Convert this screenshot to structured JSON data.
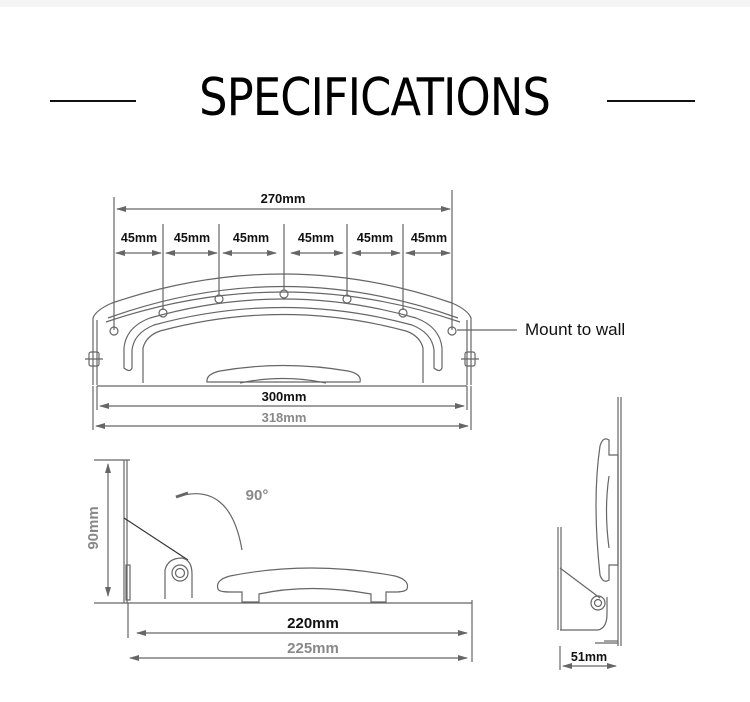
{
  "header": {
    "title": "SPECIFICATIONS"
  },
  "front_view": {
    "overall_width_label": "270mm",
    "hole_spacing_labels": [
      "45mm",
      "45mm",
      "45mm",
      "45mm",
      "45mm",
      "45mm"
    ],
    "inner_width_label": "300mm",
    "outer_width_label": "318mm",
    "callout_label": "Mount to wall"
  },
  "side_view": {
    "height_label": "90mm",
    "rotation_label": "90°",
    "depth_inner_label": "220mm",
    "depth_outer_label": "225mm"
  },
  "folded_view": {
    "depth_label": "51mm"
  },
  "colors": {
    "line": "#555555",
    "dim_line": "#666666",
    "text_dark": "#111111",
    "text_gray": "#777777"
  }
}
